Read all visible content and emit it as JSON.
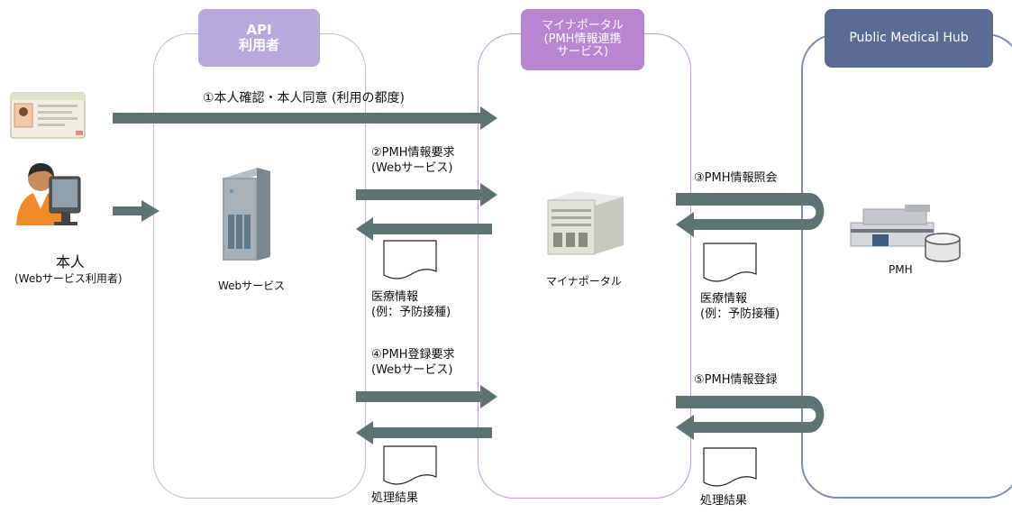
{
  "lanes": {
    "api_header": [
      "API",
      "利用者"
    ],
    "portal_header": [
      "マイナポータル",
      "(PMH情報連携",
      "サービス)"
    ],
    "pmh_header": "Public Medical Hub"
  },
  "person": {
    "name": "本人",
    "sub": "(Webサービス利用者)"
  },
  "nodes": {
    "web_service": "Webサービス",
    "myna_portal": "マイナポータル",
    "pmh": "PMH"
  },
  "steps": {
    "step1": "①本人確認・本人同意 (利用の都度)",
    "step2": [
      "②PMH情報要求",
      "(Webサービス)"
    ],
    "step3": "③PMH情報照会",
    "step4": [
      "④PMH登録要求",
      "(Webサービス)"
    ],
    "step5": "⑤PMH情報登録"
  },
  "documents": {
    "medical_info_left": [
      "医療情報",
      "(例：予防接種)"
    ],
    "medical_info_right": [
      "医療情報",
      "(例：予防接種)"
    ],
    "result_left": "処理結果",
    "result_right": "処理結果"
  },
  "colors": {
    "arrow": "#5f7370",
    "api_header": "#b6a9dc",
    "portal_header": "#b985cf",
    "pmh_header": "#5b6b94"
  }
}
